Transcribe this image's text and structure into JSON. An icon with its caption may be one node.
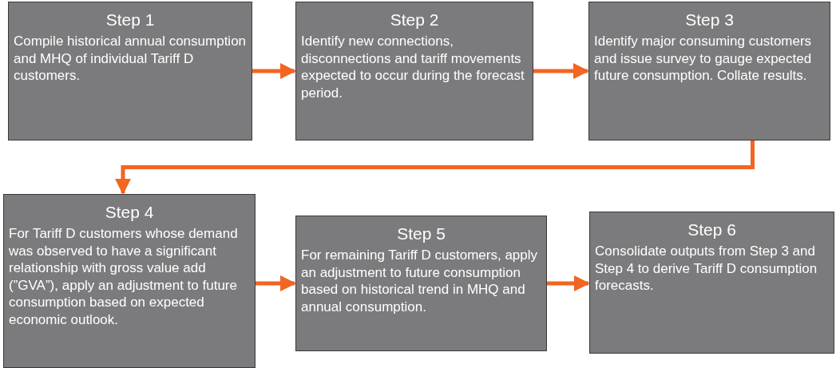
{
  "diagram": {
    "nodes": [
      {
        "text": [
          "Step 1",
          "Compile historical annual consumption and MHQ of individual Tariff D customers."
        ]
      },
      {
        "text": [
          "Step 2",
          "Identify new connections, disconnections and tariff movements expected to occur during the forecast period."
        ]
      },
      {
        "text": [
          "Step 3",
          "Identify major consuming customers and issue survey to gauge expected future consumption. Collate results."
        ]
      },
      {
        "text": [
          "Step 4",
          "For Tariff D customers whose demand was observed to have a significant relationship with gross value add (”GVA”), apply an adjustment to future consumption based on expected economic outlook."
        ]
      },
      {
        "text": [
          "Step 5",
          "For remaining Tariff D customers, apply an adjustment to future consumption based on historical trend in MHQ and annual consumption."
        ]
      },
      {
        "text": [
          "Step 6",
          "Consolidate outputs from Step 3 and Step 4 to derive Tariff D consumption forecasts."
        ]
      }
    ],
    "edges": [
      {
        "from": 0,
        "to": 1,
        "arrow": "to"
      },
      {
        "from": 1,
        "to": 2,
        "arrow": "to"
      },
      {
        "from": 2,
        "to": 3,
        "arrow": "to"
      },
      {
        "from": 3,
        "to": 4,
        "arrow": "to"
      },
      {
        "from": 4,
        "to": 5,
        "arrow": "to"
      }
    ]
  }
}
